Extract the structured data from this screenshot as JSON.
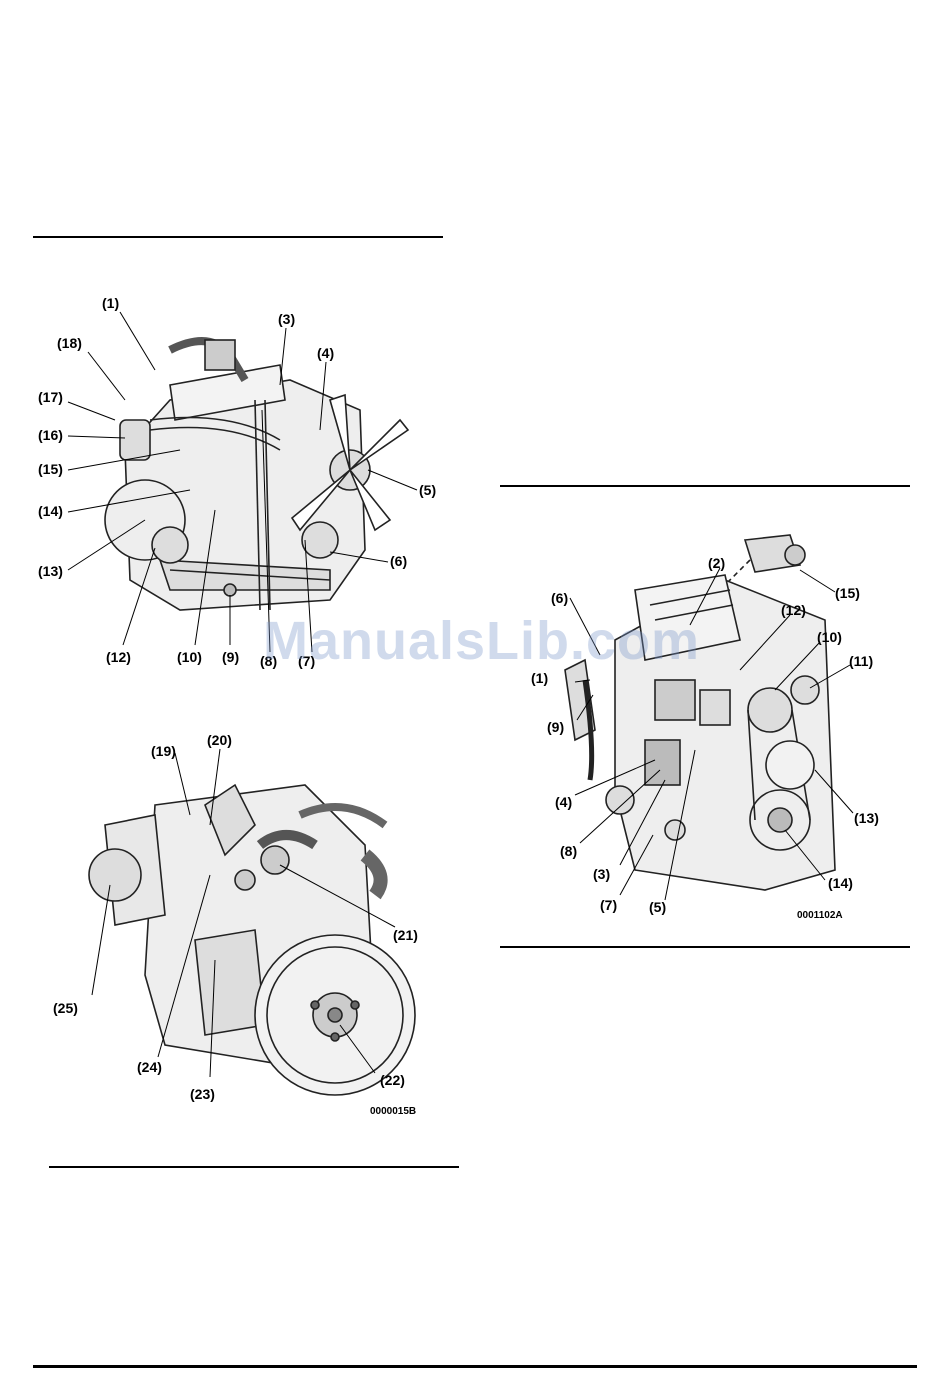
{
  "figure1": {
    "callouts": [
      "(1)",
      "(18)",
      "(17)",
      "(16)",
      "(15)",
      "(14)",
      "(13)",
      "(12)",
      "(10)",
      "(9)",
      "(8)",
      "(7)",
      "(6)",
      "(5)",
      "(4)",
      "(3)"
    ]
  },
  "figure2": {
    "callouts": [
      "(19)",
      "(20)",
      "(21)",
      "(22)",
      "(23)",
      "(24)",
      "(25)"
    ],
    "figure_id": "0000015B"
  },
  "figure3": {
    "callouts": [
      "(2)",
      "(15)",
      "(6)",
      "(12)",
      "(10)",
      "(11)",
      "(1)",
      "(9)",
      "(4)",
      "(8)",
      "(3)",
      "(7)",
      "(5)",
      "(14)",
      "(13)"
    ],
    "figure_id": "0001102A"
  },
  "watermark": "ManualsLib.com"
}
